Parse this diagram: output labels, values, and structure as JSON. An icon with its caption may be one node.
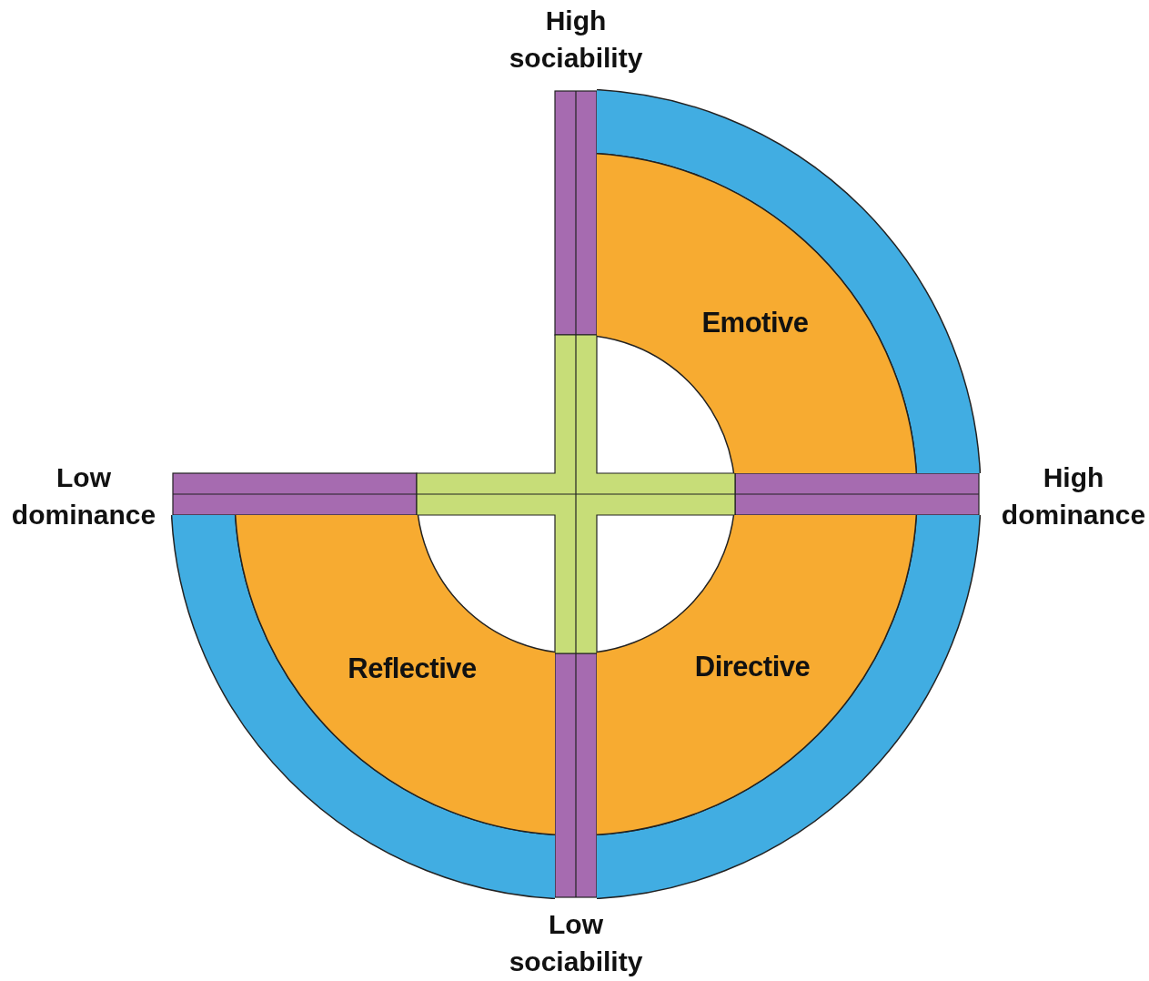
{
  "diagram": {
    "nodes": [
      {
        "text": [
          "Emotive"
        ]
      },
      {
        "text": [
          "Reflective"
        ]
      },
      {
        "text": [
          "Directive"
        ]
      }
    ],
    "labels": [
      "High sociability",
      "Low dominance",
      "High dominance",
      "Low sociability"
    ]
  }
}
